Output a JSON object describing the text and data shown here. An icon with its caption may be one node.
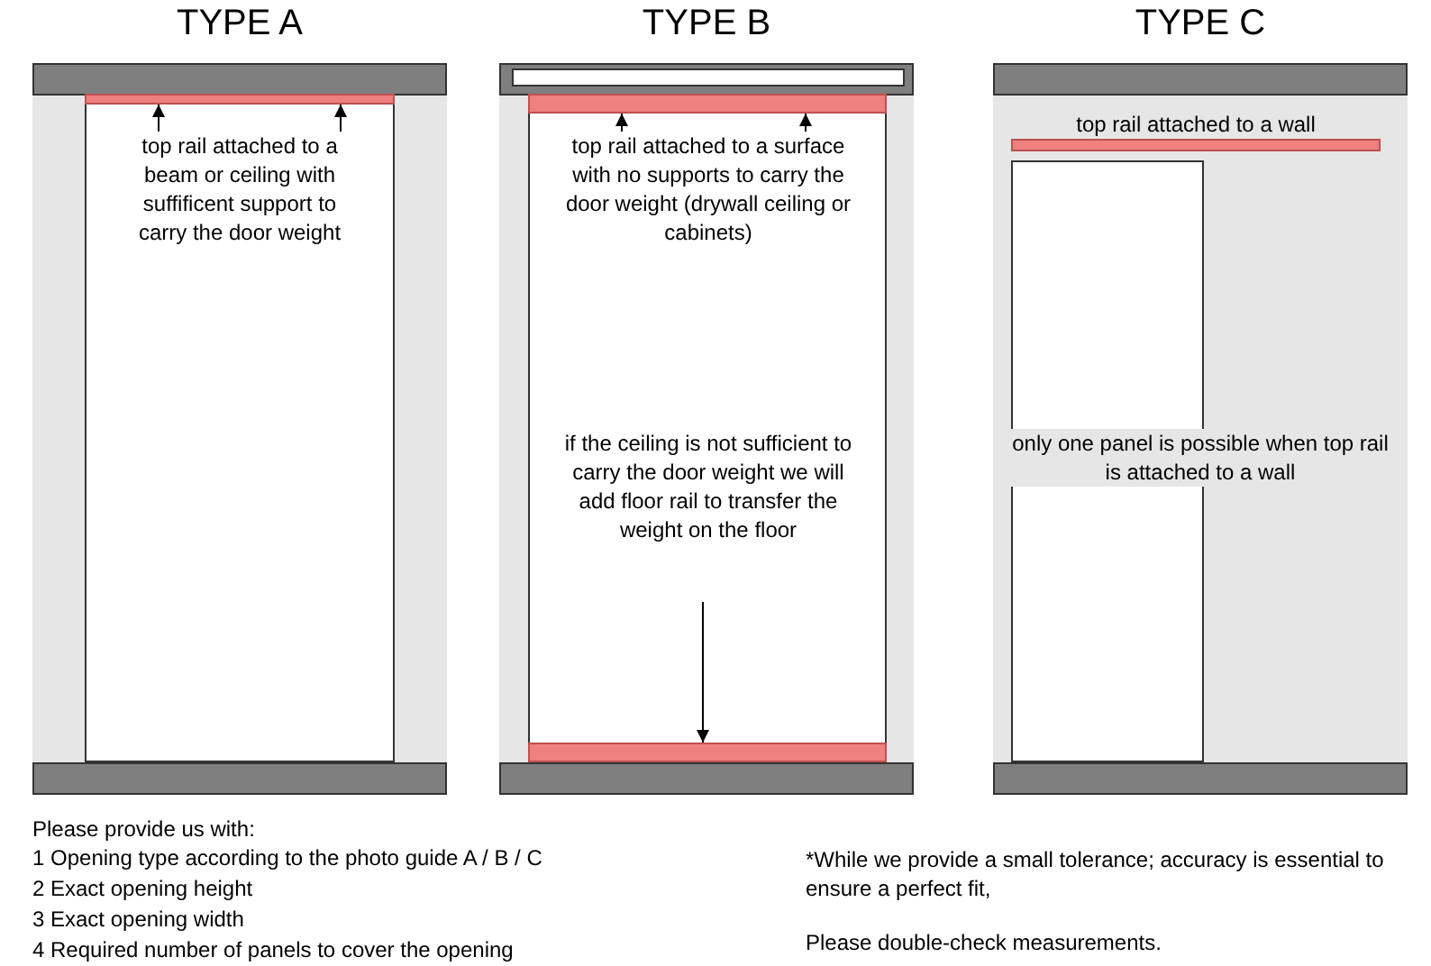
{
  "diagram": {
    "nodes": [
      {
        "text": [
          "top rail attached to a beam or ceiling with suffificent support to carry the door weight"
        ]
      },
      {
        "text": [],
        "shape": "bar"
      },
      {
        "text": [
          "top rail attached to a surface with no supports to carry the door weight (drywall ceiling or cabinets)"
        ]
      },
      {
        "text": [],
        "shape": "bar"
      },
      {
        "text": [
          "if the ceiling is not sufficient to carry the door weight we will add floor rail to transfer the weight on the floor"
        ]
      },
      {
        "text": [],
        "shape": "bar"
      }
    ],
    "edges": [
      {
        "from": 0,
        "to": 1,
        "arrow": "to"
      },
      {
        "from": 0,
        "to": 1,
        "arrow": "to"
      },
      {
        "from": 2,
        "to": 3,
        "arrow": "to"
      },
      {
        "from": 2,
        "to": 3,
        "arrow": "to"
      },
      {
        "from": 4,
        "to": 5,
        "arrow": "to"
      }
    ],
    "labels": [
      "TYPE A",
      "TYPE B",
      "TYPE C",
      "top rail attached to a wall",
      "only one panel is possible when top rail is attached to a wall",
      "Please provide us with:",
      "1 Opening type according to the photo guide A / B / C",
      "2 Exact opening height",
      "3 Exact opening width",
      "4 Required number of panels to cover the opening",
      "*While we provide a small tolerance; accuracy is essential to ensure a perfect fit,",
      "Please double-check measurements."
    ]
  }
}
